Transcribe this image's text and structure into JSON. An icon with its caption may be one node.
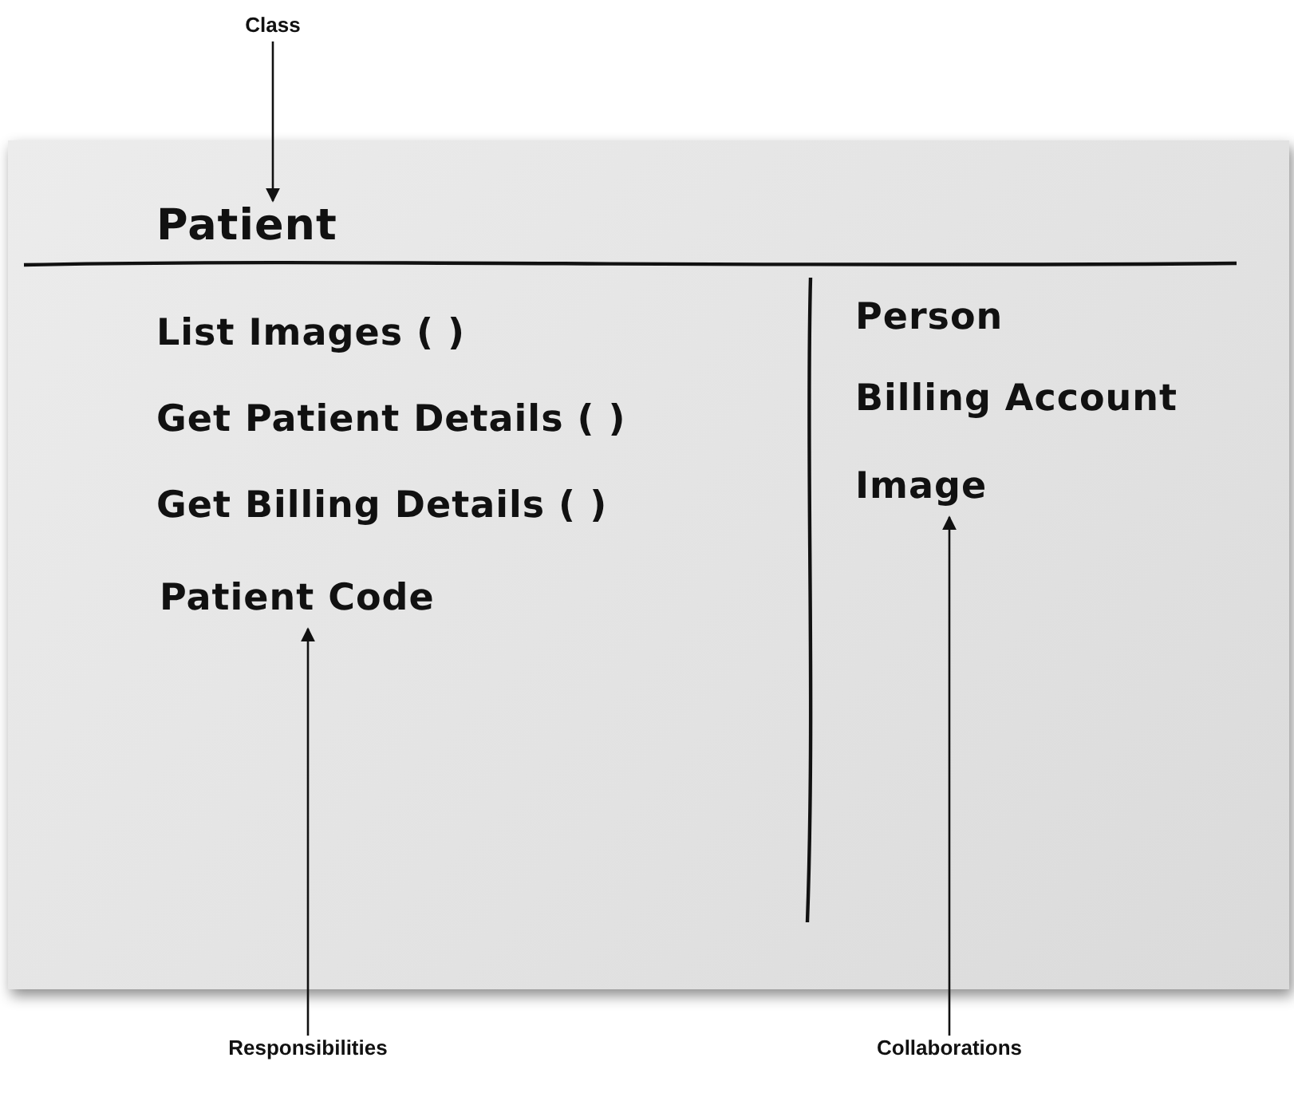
{
  "diagram": {
    "nodes": [
      {
        "text": [
          "Class"
        ]
      },
      {
        "text": [],
        "shape": "box"
      },
      {
        "text": [
          "Patient"
        ],
        "in": 1
      },
      {
        "text": [
          "List Images ( )"
        ],
        "in": 1
      },
      {
        "text": [
          "Get Patient Details ( )"
        ],
        "in": 1
      },
      {
        "text": [
          "Get Billing Details ( )"
        ],
        "in": 1
      },
      {
        "text": [
          "Patient Code"
        ],
        "in": 1
      },
      {
        "text": [
          "Person"
        ],
        "in": 1
      },
      {
        "text": [
          "Billing Account"
        ],
        "in": 1
      },
      {
        "text": [
          "Image"
        ],
        "in": 1
      },
      {
        "text": [
          "Responsibilities"
        ]
      },
      {
        "text": [
          "Collaborations"
        ]
      }
    ],
    "edges": [
      {
        "from": 0,
        "to": 2,
        "arrow": "to"
      },
      {
        "from": 10,
        "to": 6,
        "arrow": "to"
      },
      {
        "from": 11,
        "to": 9,
        "arrow": "to"
      }
    ]
  }
}
